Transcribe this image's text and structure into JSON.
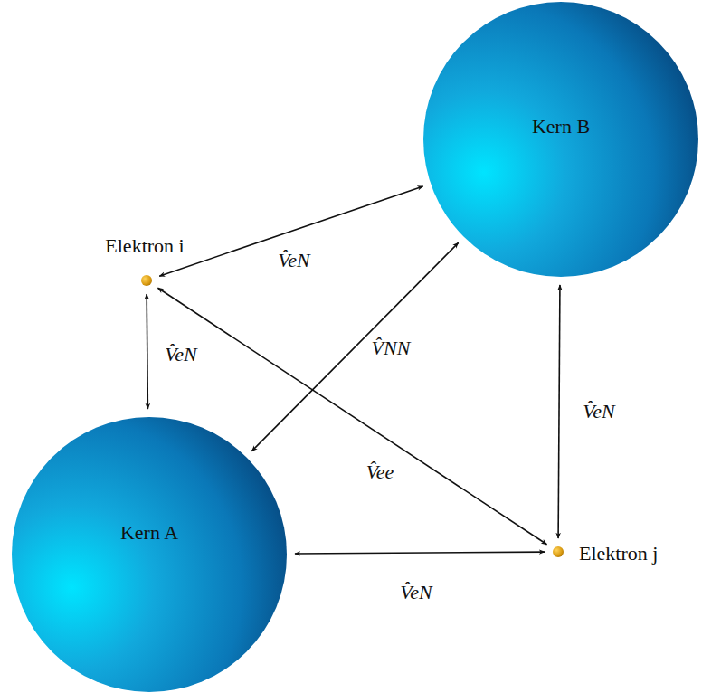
{
  "diagram": {
    "nodes": [
      {
        "text": [
          "Kern B"
        ]
      },
      {
        "text": [
          "Elektron i"
        ]
      },
      {
        "text": [
          "Kern A"
        ]
      },
      {
        "text": [
          "Elektron j"
        ]
      }
    ],
    "edges": [
      {
        "from": 1,
        "to": 0,
        "arrow": "both",
        "label": "V̂eN"
      },
      {
        "from": 1,
        "to": 2,
        "arrow": "both",
        "label": "V̂eN"
      },
      {
        "from": 0,
        "to": 2,
        "arrow": "both",
        "label": "V̂NN"
      },
      {
        "from": 1,
        "to": 3,
        "arrow": "both",
        "label": "V̂ee"
      },
      {
        "from": 0,
        "to": 3,
        "arrow": "both",
        "label": "V̂eN"
      },
      {
        "from": 2,
        "to": 3,
        "arrow": "both",
        "label": "V̂eN"
      }
    ]
  }
}
